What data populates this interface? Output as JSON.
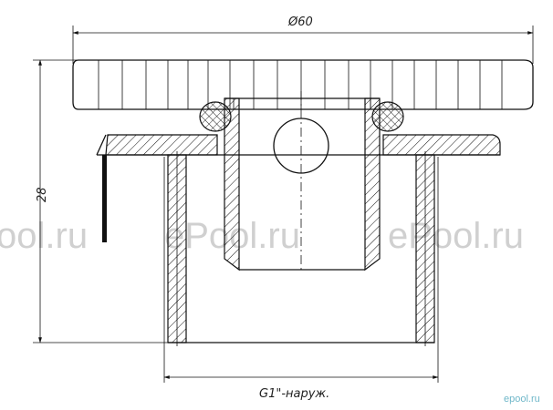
{
  "dimensions": {
    "diameter_label": "Ø60",
    "height_label": "28",
    "thread_label": "G1\"-наруж."
  },
  "watermark": {
    "text_left": "ool.ru",
    "text_center": "ePool.ru",
    "text_right": "ePool.ru",
    "brand_corner": "epool.ru"
  },
  "colors": {
    "line": "#111111",
    "watermark": "#c8c8c8",
    "brand": "#6fb7c9"
  }
}
